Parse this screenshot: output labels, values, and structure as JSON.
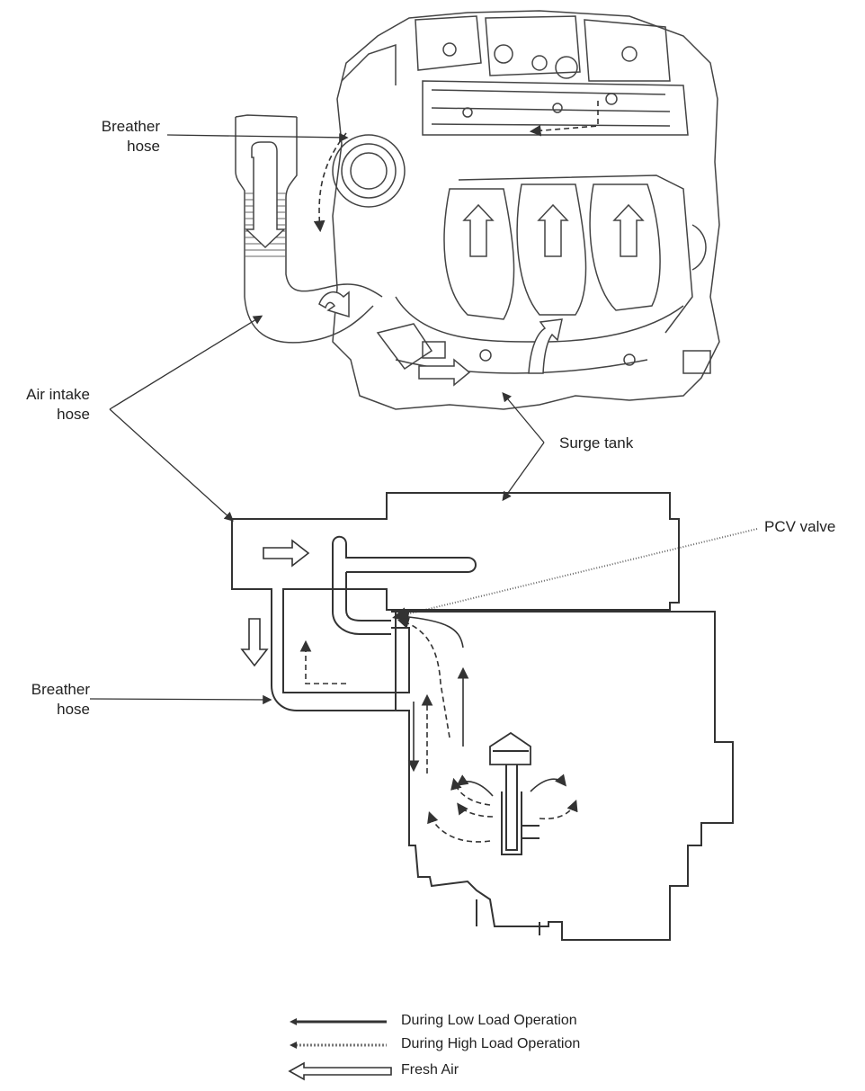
{
  "labels": {
    "breather_hose_top": [
      "Breather",
      "hose"
    ],
    "air_intake_hose": [
      "Air intake",
      "hose"
    ],
    "surge_tank": "Surge tank",
    "pcv_valve": "PCV valve",
    "breather_hose_bottom": [
      "Breather",
      "hose"
    ]
  },
  "legend": {
    "low_load": "During Low Load Operation",
    "high_load": "During High Load Operation",
    "fresh_air": "Fresh Air"
  },
  "colors": {
    "line": "#333333",
    "stroke_light": "#555555",
    "background": "#ffffff"
  },
  "icons": {
    "solid_arrow": "arrow-solid-icon",
    "dashed_arrow": "arrow-dashed-icon",
    "hollow_arrow": "arrow-hollow-icon"
  }
}
